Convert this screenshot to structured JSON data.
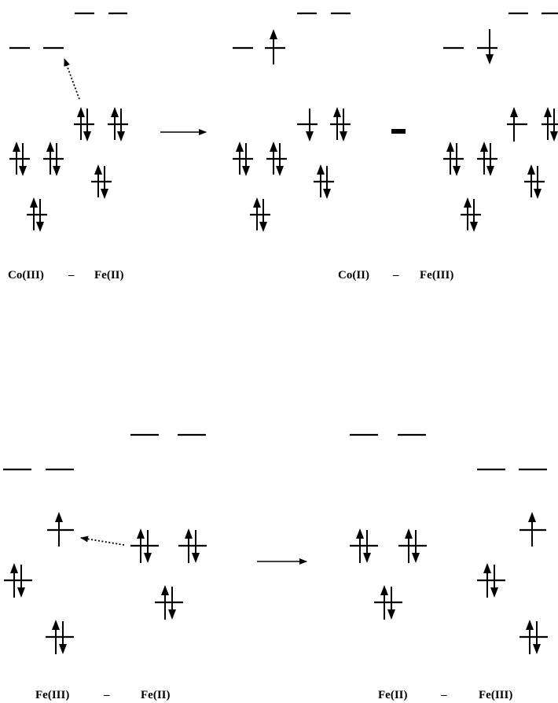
{
  "diagrams": [
    {
      "id": "co-fe",
      "labels": {
        "reactant_left": "Co(III)",
        "reactant_sep": "–",
        "reactant_right": "Fe(II)",
        "product_left": "Co(II)",
        "product_sep": "–",
        "product_right": "Fe(III)"
      },
      "product_separator_mark": "▬"
    },
    {
      "id": "fe-fe",
      "labels": {
        "reactant_left": "Fe(III)",
        "reactant_sep": "–",
        "reactant_right": "Fe(II)",
        "product_left": "Fe(II)",
        "product_sep": "–",
        "product_right": "Fe(III)"
      }
    }
  ],
  "spin_legend": {
    "paired": "up+down",
    "single_up": "up",
    "single_down": "down"
  }
}
